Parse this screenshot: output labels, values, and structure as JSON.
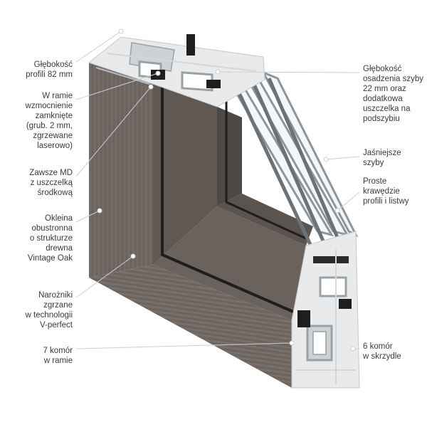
{
  "colors": {
    "wood_face": "#6e6661",
    "wood_dark": "#5a534e",
    "wood_light": "#857c76",
    "pvc": "#e9eaeb",
    "pvc_shade": "#cfd2d4",
    "steel": "#9aa1a6",
    "seal": "#1e1e1e",
    "glass": "#c9d3da",
    "leader": "#cfcfcf",
    "text": "#3a3a3a"
  },
  "labels": [
    {
      "id": "depth",
      "lines": [
        "Głębokość",
        "profili 82 mm"
      ]
    },
    {
      "id": "reinforcement",
      "lines": [
        "W ramie",
        "wzmocnienie",
        "zamknięte",
        "(grub. 2 mm,",
        "zgrzewane",
        "laserowo)"
      ]
    },
    {
      "id": "md-seal",
      "lines": [
        "Zawsze MD",
        "z uszczelką",
        "środkową"
      ]
    },
    {
      "id": "veneer",
      "lines": [
        "Okleina",
        "obustronna",
        "o strukturze",
        "drewna",
        "Vintage Oak"
      ]
    },
    {
      "id": "corners",
      "lines": [
        "Narożniki",
        "zgrzane",
        "w technologii",
        "V-perfect"
      ]
    },
    {
      "id": "frame-chambers",
      "lines": [
        "7 komór",
        "w ramie"
      ]
    },
    {
      "id": "glass-depth",
      "lines": [
        "Głębokość",
        "osadzenia szyby",
        "22 mm oraz",
        "dodatkowa",
        "uszczelka na",
        "podszybiu"
      ]
    },
    {
      "id": "lighter-glass",
      "lines": [
        "Jaśniejsze",
        "szyby"
      ]
    },
    {
      "id": "straight-edges",
      "lines": [
        "Proste",
        "krawędzie",
        "profili i listwy"
      ]
    },
    {
      "id": "sash-chambers",
      "lines": [
        "6 komór",
        "w skrzydle"
      ]
    }
  ]
}
